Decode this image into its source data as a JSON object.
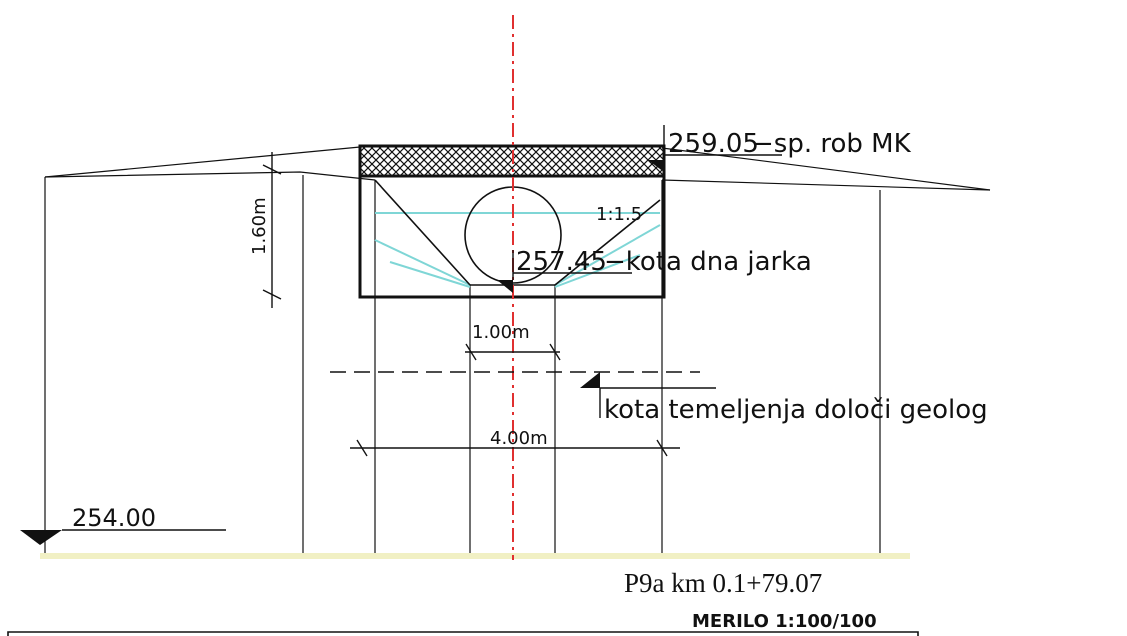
{
  "labels": {
    "top_elevation": "259.05",
    "top_desc": "−sp. rob MK",
    "bottom_elevation": "257.45",
    "bottom_desc": "−kota dna jarka",
    "slope": "1:1.5",
    "height_dim": "1.60m",
    "inner_width": "1.00m",
    "outer_width": "4.00m",
    "foundation_note": "kota temeljenja določi geolog",
    "ground_elevation": "254.00",
    "profile_title": "P9a km 0.1+79.07",
    "scale": "MERILO 1:100/100"
  },
  "colors": {
    "line": "#111111",
    "axis": "#e03030",
    "water": "#7fd6d6",
    "ground": "#f1f0c4"
  }
}
